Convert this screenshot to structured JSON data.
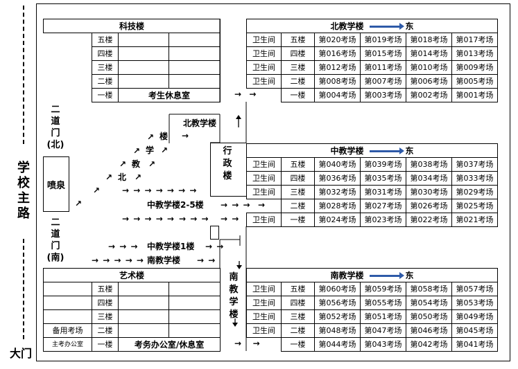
{
  "left": {
    "main_road": [
      "学",
      "校",
      "主",
      "路"
    ],
    "big_gate": "大门",
    "gate_north": [
      "二",
      "道",
      "门",
      "(北)"
    ],
    "gate_south": [
      "二",
      "道",
      "门",
      "(南)"
    ],
    "fountain": "喷泉"
  },
  "keji": {
    "title": "科技楼",
    "floors": [
      "五楼",
      "四楼",
      "三楼",
      "二楼",
      "一楼"
    ],
    "ground_room": "考生休息室"
  },
  "yishu": {
    "title": "艺术楼",
    "floors": [
      "五楼",
      "四楼",
      "三楼",
      "二楼",
      "一楼"
    ],
    "left_col": [
      "",
      "",
      "",
      "备用考场",
      "主考办公室"
    ],
    "ground_room": "考务办公室/休息室"
  },
  "xingzheng": [
    "行",
    "政",
    "楼"
  ],
  "nan_vertical": [
    "南",
    "教",
    "学",
    "楼"
  ],
  "route_diag": [
    "北",
    "教",
    "学",
    "楼"
  ],
  "routes": {
    "north": "北教学楼",
    "mid25": "中教学楼2-5楼",
    "mid1": "中教学楼1楼",
    "south": "南教学楼"
  },
  "arrows": {
    "r1": "→",
    "r3": "→ → → → → → →",
    "r5": "→ → → → →",
    "r7": "→ → →",
    "r8": "→ → → → →"
  },
  "north_bldg": {
    "title": "北教学楼",
    "east": "东",
    "rows": [
      {
        "wc": "卫生间",
        "floor": "五楼",
        "rooms": [
          "第020考场",
          "第019考场",
          "第018考场",
          "第017考场"
        ]
      },
      {
        "wc": "卫生间",
        "floor": "四楼",
        "rooms": [
          "第016考场",
          "第015考场",
          "第014考场",
          "第013考场"
        ]
      },
      {
        "wc": "卫生间",
        "floor": "三楼",
        "rooms": [
          "第012考场",
          "第011考场",
          "第010考场",
          "第009考场"
        ]
      },
      {
        "wc": "卫生间",
        "floor": "二楼",
        "rooms": [
          "第008考场",
          "第007考场",
          "第006考场",
          "第005考场"
        ]
      },
      {
        "wc": "",
        "floor": "一楼",
        "rooms": [
          "第004考场",
          "第003考场",
          "第002考场",
          "第001考场"
        ]
      }
    ]
  },
  "mid_bldg": {
    "title": "中教学楼",
    "east": "东",
    "rows": [
      {
        "wc": "卫生间",
        "floor": "五楼",
        "rooms": [
          "第040考场",
          "第039考场",
          "第038考场",
          "第037考场"
        ]
      },
      {
        "wc": "卫生间",
        "floor": "四楼",
        "rooms": [
          "第036考场",
          "第035考场",
          "第034考场",
          "第033考场"
        ]
      },
      {
        "wc": "卫生间",
        "floor": "三楼",
        "rooms": [
          "第032考场",
          "第031考场",
          "第030考场",
          "第029考场"
        ]
      },
      {
        "wc": "",
        "floor": "二楼",
        "rooms": [
          "第028考场",
          "第027考场",
          "第026考场",
          "第025考场"
        ]
      },
      {
        "wc": "卫生间",
        "floor": "一楼",
        "rooms": [
          "第024考场",
          "第023考场",
          "第022考场",
          "第021考场"
        ]
      }
    ]
  },
  "south_bldg": {
    "title": "南教学楼",
    "east": "东",
    "rows": [
      {
        "wc": "卫生间",
        "floor": "五楼",
        "rooms": [
          "第060考场",
          "第059考场",
          "第058考场",
          "第057考场"
        ]
      },
      {
        "wc": "卫生间",
        "floor": "四楼",
        "rooms": [
          "第056考场",
          "第055考场",
          "第054考场",
          "第053考场"
        ]
      },
      {
        "wc": "卫生间",
        "floor": "三楼",
        "rooms": [
          "第052考场",
          "第051考场",
          "第050考场",
          "第049考场"
        ]
      },
      {
        "wc": "卫生间",
        "floor": "二楼",
        "rooms": [
          "第048考场",
          "第047考场",
          "第046考场",
          "第045考场"
        ]
      },
      {
        "wc": "",
        "floor": "一楼",
        "rooms": [
          "第044考场",
          "第043考场",
          "第042考场",
          "第041考场"
        ]
      }
    ]
  }
}
